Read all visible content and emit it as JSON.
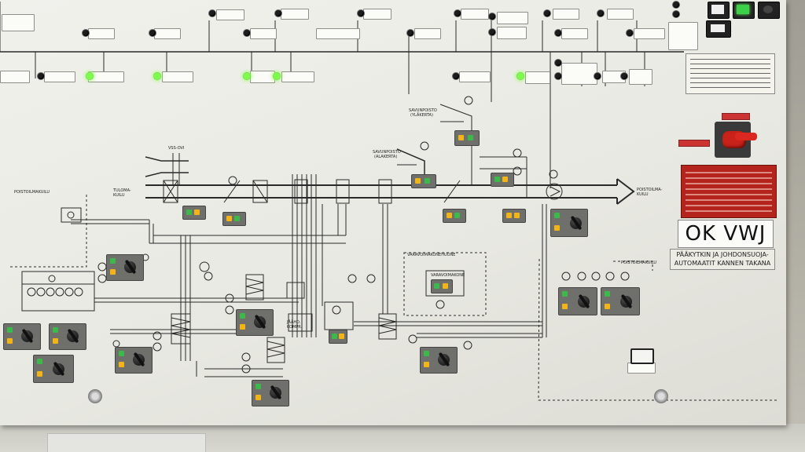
{
  "panel": {
    "sign_main": "OK VWJ",
    "sign_sub": "PÄÄKYTKIN JA JOHDONSUOJA-\nAUTOMAATIT KANNEN TAKANA",
    "colors": {
      "panel": "#eeeeea",
      "line": "#2a2a2a",
      "lamp_on": "#7cff4a",
      "btn_green": "#3db84a",
      "btn_yellow": "#f2b416",
      "warning": "#b4241c"
    }
  },
  "labels": {
    "tulo": "TULOMA-\nKUILU",
    "poisto": "POISTOILMA-\nKUILU",
    "poistoilmakuilu_left": "POISTOILMAKUILU",
    "poistoilmakuilu_right": "POISTOILMAKUILU",
    "savunposto1": "SAVUNPOISTO\n(YLÄKERTA)",
    "savunposto2": "SAVUNPOISTO\n(ALAKERTA)",
    "vss": "VSS-OVI",
    "varavoima": "VARAVOIMAKONEHUONE",
    "varavoima2": "VARAVOIMAKONE",
    "cold": "JÄÄHD.\nKOMPR."
  }
}
